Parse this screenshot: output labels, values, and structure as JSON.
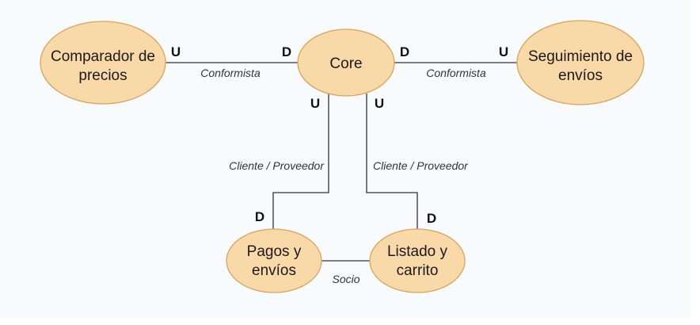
{
  "colors": {
    "node_fill": "#fad9a8",
    "node_stroke": "#d9a35a",
    "edge": "#333333"
  },
  "nodes": {
    "comparador": {
      "line1": "Comparador de",
      "line2": "precios"
    },
    "core": {
      "line1": "Core"
    },
    "seguimiento": {
      "line1": "Seguimiento de",
      "line2": "envíos"
    },
    "pagos": {
      "line1": "Pagos y",
      "line2": "envíos"
    },
    "listado": {
      "line1": "Listado y",
      "line2": "carrito"
    }
  },
  "relations": {
    "comparador_core": {
      "label": "Conformista",
      "upstream": "U",
      "downstream": "D"
    },
    "core_seguimiento": {
      "label": "Conformista",
      "upstream": "U",
      "downstream": "D"
    },
    "core_pagos": {
      "label": "Cliente / Proveedor",
      "upstream": "U",
      "downstream": "D"
    },
    "core_listado": {
      "label": "Cliente / Proveedor",
      "upstream": "U",
      "downstream": "D"
    },
    "pagos_listado": {
      "label": "Socio"
    }
  }
}
